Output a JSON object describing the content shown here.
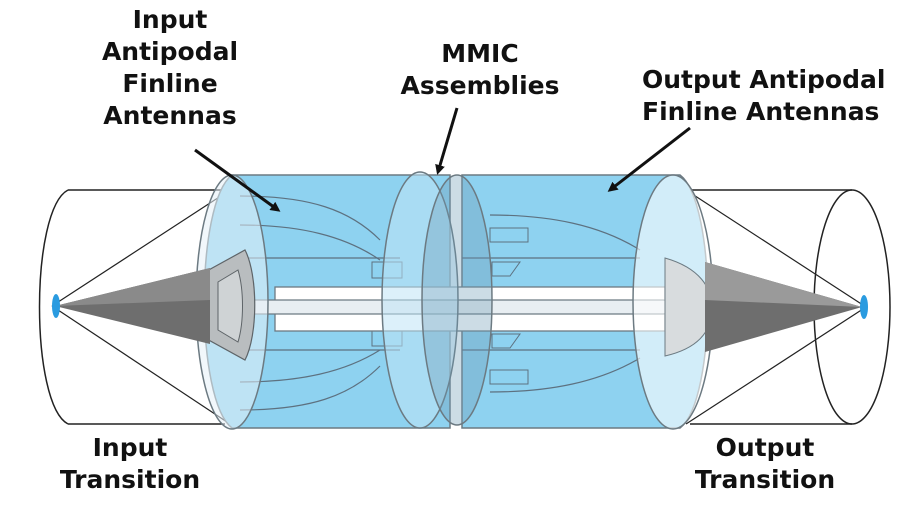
{
  "labels": {
    "input_antennas": [
      "Input",
      "Antipodal",
      "Finline",
      "Antennas"
    ],
    "mmic": [
      "MMIC",
      "Assemblies"
    ],
    "output_antennas": [
      "Output Antipodal",
      "Finline Antennas"
    ],
    "input_transition": [
      "Input",
      "Transition"
    ],
    "output_transition": [
      "Output",
      "Transition"
    ]
  },
  "colors": {
    "body_fill": "#8ed2f0",
    "body_stroke": "#6c7a82",
    "cone_fill": "#6e6e6e",
    "probe_fill": "#2a9be0",
    "arrow": "#111111"
  }
}
